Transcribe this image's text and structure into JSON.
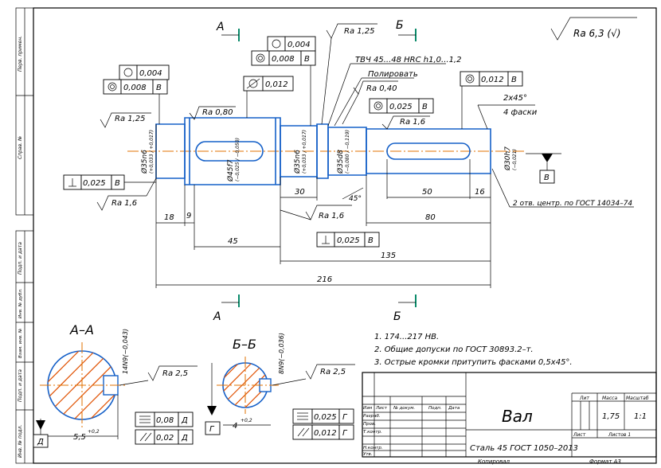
{
  "roughness_general": "Ra 6,3 (√)",
  "section_markers": {
    "a": "А",
    "b": "Б"
  },
  "section_titles": {
    "aa": "А–А",
    "bb": "Б–Б"
  },
  "tolerances": {
    "t1": "0,004",
    "t2": "0,008",
    "t3": "0,004",
    "t4": "0,008",
    "t5": "0,012",
    "t6": "0,025",
    "t7": "0,012",
    "t8": "0,025",
    "t9": "0,025",
    "t10": "0,08",
    "t11": "0,02",
    "t12": "0,025",
    "t13": "0,012"
  },
  "datums": {
    "v": "В",
    "b": "В",
    "d": "Д",
    "g": "Г"
  },
  "roughness": {
    "r1": "Ra 1,25",
    "r2": "Ra 1,25",
    "r3": "Ra 0,80",
    "r4": "Ra 0,40",
    "r5": "Ra 1,6",
    "r6": "Ra 1,6",
    "r7": "Ra 1,6",
    "r8": "Ra 2,5",
    "r9": "Ra 2,5"
  },
  "notes_top": {
    "heat": "ТВЧ 45...48 HRC h1,0...1,2",
    "polish": "Полировать",
    "chamfer": "2x45°",
    "chamfer2": "4 фаски",
    "centers": "2 отв. центр. по ГОСТ 14034–74",
    "angle": "45°"
  },
  "diameters": {
    "d1": "Ø35n6",
    "d1tol": "(+0,033 / +0,017)",
    "d2": "Ø45f7",
    "d2tol": "(−0,025 / −0,050)",
    "d3": "Ø35n6",
    "d3tol": "(+0,033 / +0,017)",
    "d4": "Ø35d8",
    "d4tol": "(−0,080 / −0,119)",
    "d5": "Ø30h7",
    "d5tol": "(−0,021)"
  },
  "dims": {
    "l18": "18",
    "l9": "9",
    "l45": "45",
    "l30": "30",
    "l50": "50",
    "l16": "16",
    "l80": "80",
    "l135": "135",
    "l216": "216",
    "k14": "14N9(−0,043)",
    "k55": "5,5",
    "k55tol": "+0,2",
    "k8": "8N9(−0,036)",
    "k4": "4",
    "k4tol": "+0,2"
  },
  "notes": [
    "1.  174...217 HB.",
    "2.  Общие допуски по ГОСТ 30893.2–т.",
    "3.  Острые кромки притупить фасками 0,5х45°."
  ],
  "title_block": {
    "name": "Вал",
    "material": "Сталь 45 ГОСТ 1050–2013",
    "lit": "Лит",
    "mass_label": "Масса",
    "scale_label": "Масштаб",
    "mass": "1,75",
    "scale": "1:1",
    "sheet": "Лист",
    "sheets": "Листов 1",
    "col_izm": "Изм",
    "col_list": "Лист",
    "col_doc": "№ докум.",
    "col_sign": "Подп.",
    "col_date": "Дата",
    "rows": [
      "Разраб.",
      "Пров.",
      "Т.контр.",
      "",
      "Н.контр.",
      "Утв."
    ],
    "copied": "Копировал",
    "format": "Формат  А3"
  },
  "left_strip": [
    "Перв. примен.",
    "Справ. №",
    "Подп. и дата",
    "Инв. № дубл.",
    "Взам. инв. №",
    "Подп. и дата",
    "Инв. № подл."
  ]
}
